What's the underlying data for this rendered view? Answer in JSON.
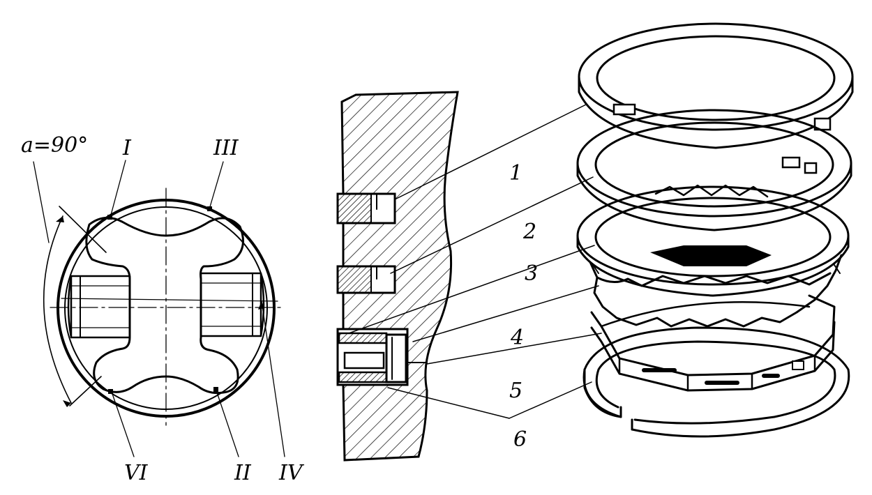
{
  "angle_label": "a=90°",
  "roman_labels": [
    "I",
    "III",
    "VI",
    "II",
    "IV"
  ],
  "part_numbers": [
    "1",
    "2",
    "3",
    "4",
    "5",
    "6"
  ],
  "colors": {
    "ink": "#000000",
    "paper": "#ffffff"
  }
}
